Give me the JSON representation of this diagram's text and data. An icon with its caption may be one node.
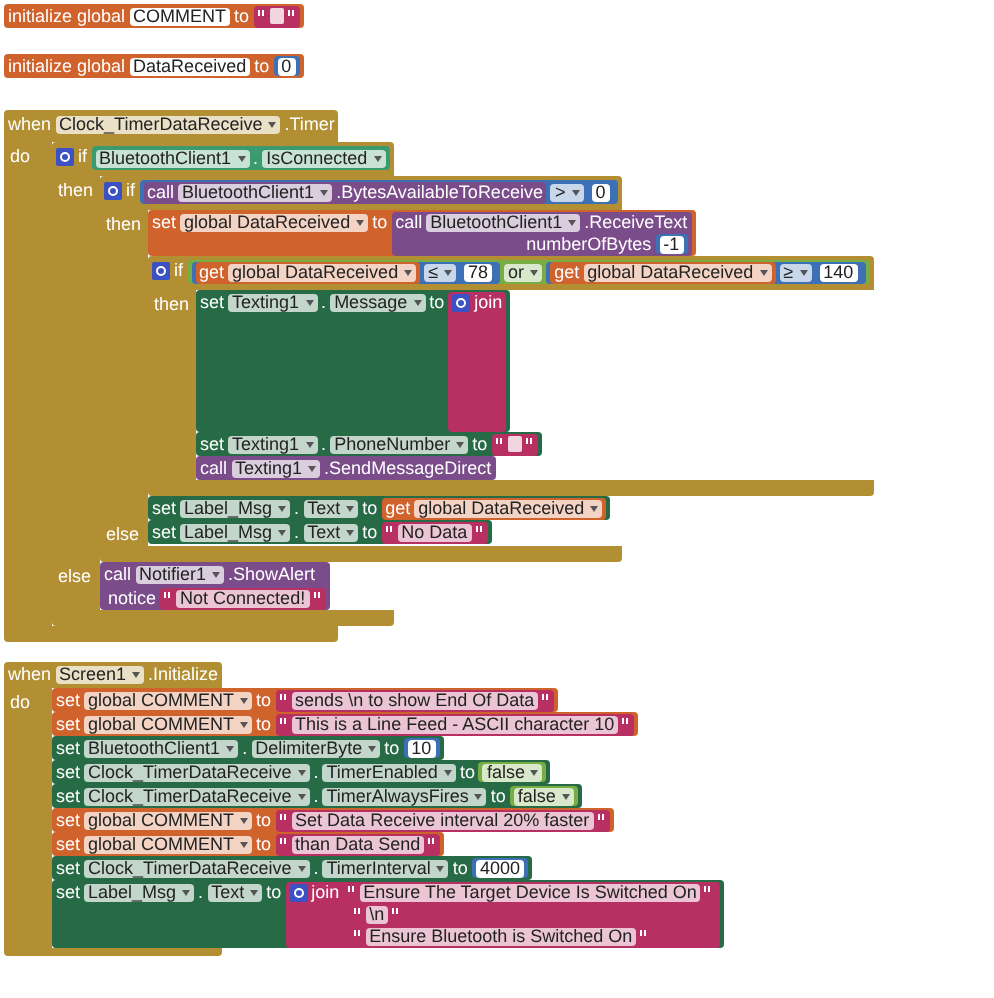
{
  "diagram": {
    "nodes": [
      {
        "text": [
          "initialize global",
          "COMMENT",
          "to"
        ]
      },
      {
        "text": [],
        "shape": "box",
        "in": 0
      },
      {
        "text": [
          "initialize global",
          "DataReceived",
          "to"
        ]
      },
      {
        "text": [
          "0"
        ],
        "in": 2
      },
      {
        "text": [
          "when",
          "Clock_TimerDataReceive",
          ".Timer",
          "do"
        ]
      },
      {
        "text": [
          "if",
          "then",
          "else"
        ],
        "in": 4
      },
      {
        "text": [
          "BluetoothClient1",
          ".",
          "IsConnected"
        ],
        "in": 5
      },
      {
        "text": [
          "if",
          "then",
          "else"
        ],
        "in": 5
      },
      {
        "text": [
          ">"
        ],
        "in": 7
      },
      {
        "text": [
          "call",
          "BluetoothClient1",
          ".BytesAvailableToReceive"
        ],
        "in": 8
      },
      {
        "text": [
          "0"
        ],
        "in": 8
      },
      {
        "text": [
          "set",
          "global DataReceived",
          "to"
        ],
        "in": 7
      },
      {
        "text": [
          "call",
          "BluetoothClient1",
          ".ReceiveText",
          "numberOfBytes"
        ],
        "in": 11
      },
      {
        "text": [
          "-1"
        ],
        "in": 12
      },
      {
        "text": [
          "if",
          "then"
        ],
        "in": 7
      },
      {
        "text": [
          "or"
        ],
        "in": 14
      },
      {
        "text": [
          "≤"
        ],
        "in": 15
      },
      {
        "text": [
          "get",
          "global DataReceived"
        ],
        "in": 16
      },
      {
        "text": [
          "78"
        ],
        "in": 16
      },
      {
        "text": [
          "≥"
        ],
        "in": 15
      },
      {
        "text": [
          "get",
          "global DataReceived"
        ],
        "in": 19
      },
      {
        "text": [
          "140"
        ],
        "in": 19
      },
      {
        "text": [
          "set",
          "Texting1",
          ".",
          "Message",
          "to"
        ],
        "in": 14
      },
      {
        "text": [
          "join"
        ],
        "in": 22
      },
      {
        "text": [
          "set",
          "Texting1",
          ".",
          "PhoneNumber",
          "to"
        ],
        "in": 14
      },
      {
        "text": [],
        "shape": "box",
        "in": 24
      },
      {
        "text": [
          "call",
          "Texting1",
          ".SendMessageDirect"
        ],
        "in": 14
      },
      {
        "text": [
          "set",
          "Label_Msg",
          ".",
          "Text",
          "to"
        ],
        "in": 7
      },
      {
        "text": [
          "get",
          "global DataReceived"
        ],
        "in": 27
      },
      {
        "text": [
          "set",
          "Label_Msg",
          ".",
          "Text",
          "to"
        ],
        "in": 7
      },
      {
        "text": [
          "No Data"
        ],
        "in": 29
      },
      {
        "text": [
          "call",
          "Notifier1",
          ".ShowAlert",
          "notice"
        ],
        "in": 5
      },
      {
        "text": [
          "Not Connected!"
        ],
        "in": 31
      },
      {
        "text": [
          "when",
          "Screen1",
          ".Initialize",
          "do"
        ]
      },
      {
        "text": [
          "set",
          "global COMMENT",
          "to"
        ],
        "in": 33
      },
      {
        "text": [
          "sends \\n to show End Of Data"
        ],
        "in": 34
      },
      {
        "text": [
          "set",
          "global COMMENT",
          "to"
        ],
        "in": 33
      },
      {
        "text": [
          "This is a Line Feed - ASCII character 10"
        ],
        "in": 36
      },
      {
        "text": [
          "set",
          "BluetoothClient1",
          ".",
          "DelimiterByte",
          "to"
        ],
        "in": 33
      },
      {
        "text": [
          "10"
        ],
        "in": 38
      },
      {
        "text": [
          "set",
          "Clock_TimerDataReceive",
          ".",
          "TimerEnabled",
          "to"
        ],
        "in": 33
      },
      {
        "text": [
          "false"
        ],
        "in": 40
      },
      {
        "text": [
          "set",
          "Clock_TimerDataReceive",
          ".",
          "TimerAlwaysFires",
          "to"
        ],
        "in": 33
      },
      {
        "text": [
          "false"
        ],
        "in": 42
      },
      {
        "text": [
          "set",
          "global COMMENT",
          "to"
        ],
        "in": 33
      },
      {
        "text": [
          "Set Data Receive interval 20% faster"
        ],
        "in": 44
      },
      {
        "text": [
          "set",
          "global COMMENT",
          "to"
        ],
        "in": 33
      },
      {
        "text": [
          "than Data Send"
        ],
        "in": 46
      },
      {
        "text": [
          "set",
          "Clock_TimerDataReceive",
          ".",
          "TimerInterval",
          "to"
        ],
        "in": 33
      },
      {
        "text": [
          "4000"
        ],
        "in": 48
      },
      {
        "text": [
          "set",
          "Label_Msg",
          ".",
          "Text",
          "to"
        ],
        "in": 33
      },
      {
        "text": [
          "join"
        ],
        "in": 50
      },
      {
        "text": [
          "Ensure The Target Device Is Switched On"
        ],
        "in": 51
      },
      {
        "text": [
          "\\n"
        ],
        "in": 51
      },
      {
        "text": [
          "Ensure Bluetooth is Switched On"
        ],
        "in": 51
      }
    ]
  }
}
